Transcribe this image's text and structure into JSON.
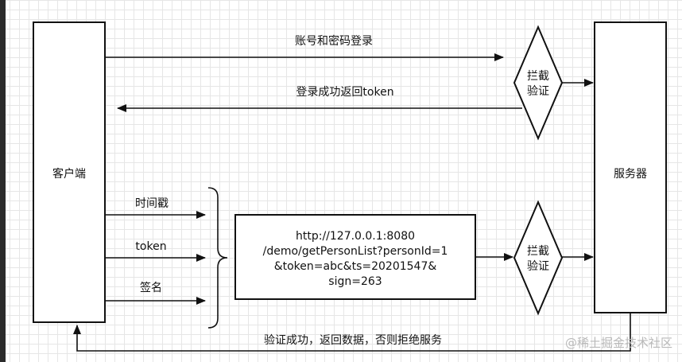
{
  "nodes": {
    "client": "客户端",
    "server": "服务器",
    "intercept_top": [
      "拦截",
      "验证"
    ],
    "intercept_bottom": [
      "拦截",
      "验证"
    ],
    "request_lines": [
      "http://127.0.0.1:8080",
      "/demo/getPersonList?personId=1",
      "&token=abc&ts=20201547&",
      "sign=263"
    ]
  },
  "edges": {
    "login": "账号和密码登录",
    "login_success": "登录成功返回token",
    "timestamp": "时间戳",
    "token": "token",
    "signature": "签名",
    "final": "验证成功，返回数据，否则拒绝服务"
  },
  "watermark": "@稀土掘金技术社区"
}
